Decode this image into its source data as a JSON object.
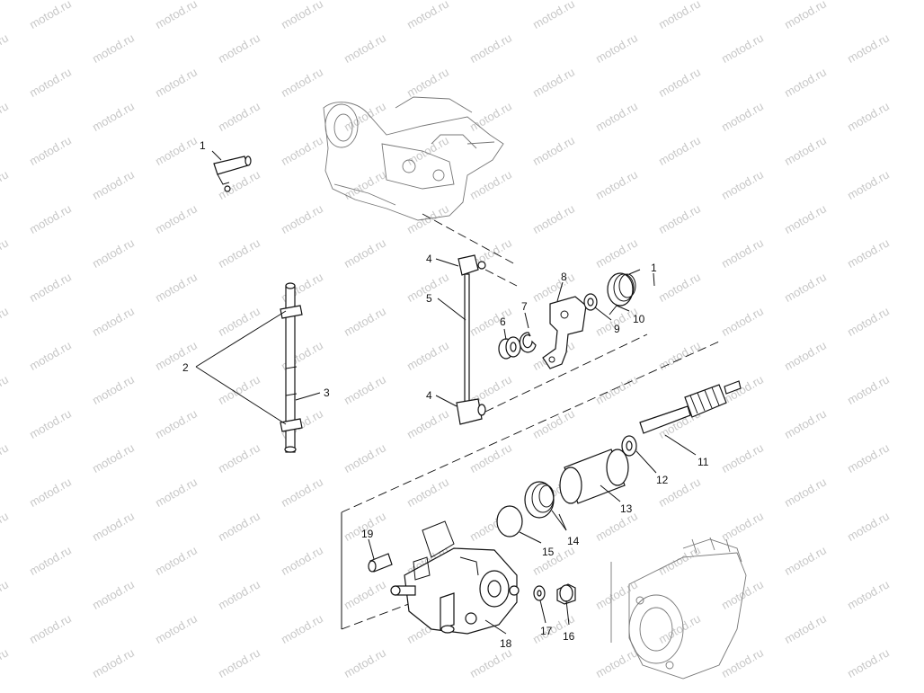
{
  "watermark": {
    "text": "motod.ru"
  },
  "callouts": {
    "c1a": "1",
    "c1b": "1",
    "c2": "2",
    "c3": "3",
    "c4a": "4",
    "c4b": "4",
    "c5": "5",
    "c6": "6",
    "c7": "7",
    "c8": "8",
    "c9": "9",
    "c10": "10",
    "c11": "11",
    "c12": "12",
    "c13": "13",
    "c14": "14",
    "c15": "15",
    "c16": "16",
    "c17": "17",
    "c18": "18",
    "c19": "19"
  }
}
